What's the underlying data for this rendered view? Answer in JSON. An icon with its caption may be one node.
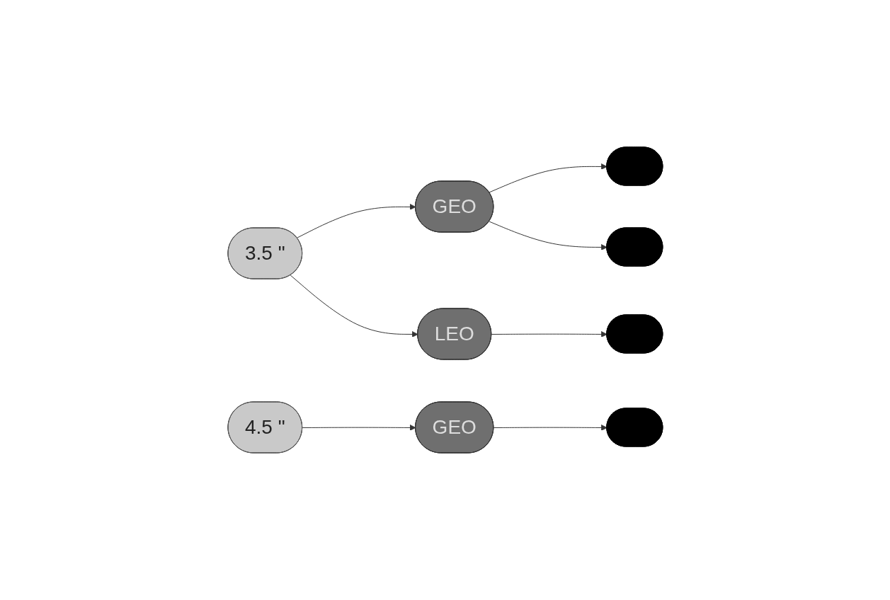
{
  "diagram": {
    "nodes": [
      {
        "text": [
          "3.5 \""
        ]
      },
      {
        "text": [
          "GEO"
        ]
      },
      {
        "text": [
          "LEO"
        ]
      },
      {
        "text": [],
        "shape": "ellipse"
      },
      {
        "text": [],
        "shape": "ellipse"
      },
      {
        "text": [],
        "shape": "ellipse"
      },
      {
        "text": [
          "4.5 \""
        ]
      },
      {
        "text": [
          "GEO"
        ]
      },
      {
        "text": [],
        "shape": "ellipse"
      }
    ],
    "edges": [
      {
        "from": 0,
        "to": 1,
        "arrow": "to"
      },
      {
        "from": 0,
        "to": 2,
        "arrow": "to"
      },
      {
        "from": 1,
        "to": 3,
        "arrow": "to"
      },
      {
        "from": 1,
        "to": 4,
        "arrow": "to"
      },
      {
        "from": 2,
        "to": 5,
        "arrow": "to"
      },
      {
        "from": 6,
        "to": 7,
        "arrow": "to"
      },
      {
        "from": 7,
        "to": 8,
        "arrow": "to"
      }
    ]
  }
}
